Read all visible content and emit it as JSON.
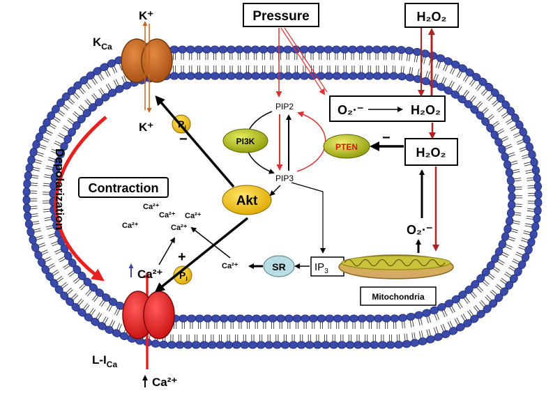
{
  "labels": {
    "pressure": "Pressure",
    "h2o2_top": "H₂O₂",
    "k_top": "K⁺",
    "kca_main": "K",
    "kca_sub": "Ca",
    "k_bottom": "K⁺",
    "pi": "P",
    "pi_sub": "i",
    "pip2": "PIP2",
    "pip3": "PIP3",
    "pi3k": "PI3K",
    "pten": "PTEN",
    "o2_superoxide": "O₂·⁻",
    "h2o2_mid": "H₂O₂",
    "h2o2_box": "H₂O₂",
    "depolarization": "Depolarization",
    "contraction": "Contraction",
    "akt": "Akt",
    "minus_sign": "−",
    "plus_sign": "+",
    "ca_cluster": [
      "Ca²⁺",
      "Ca²⁺",
      "Ca²⁺",
      "Ca²⁺",
      "Ca²⁺"
    ],
    "ca_sr": "Ca²⁺",
    "sr": "SR",
    "ip3_main": "IP",
    "ip3_sub": "3",
    "ca_inside": "Ca²⁺",
    "ca_outside": "Ca²⁺",
    "mitochondria": "Mitochondria",
    "o2_mito": "O₂·⁻",
    "lica_main": "L-I",
    "lica_sub": "Ca"
  },
  "colors": {
    "lipid_head": "#3a4aa8",
    "lipid_tail": "#333333",
    "kca_channel": "#c8641e",
    "lica_channel": "#e82020",
    "pi_badge": "#f2c20a",
    "akt": "#f2c20a",
    "pi3k": "#c5d21a",
    "pten_text": "#e01010",
    "sr": "#b8dde2",
    "pressure_arrow": "#e03030",
    "h2o2_arrow": "#b02222",
    "black_arrow": "#000000"
  }
}
